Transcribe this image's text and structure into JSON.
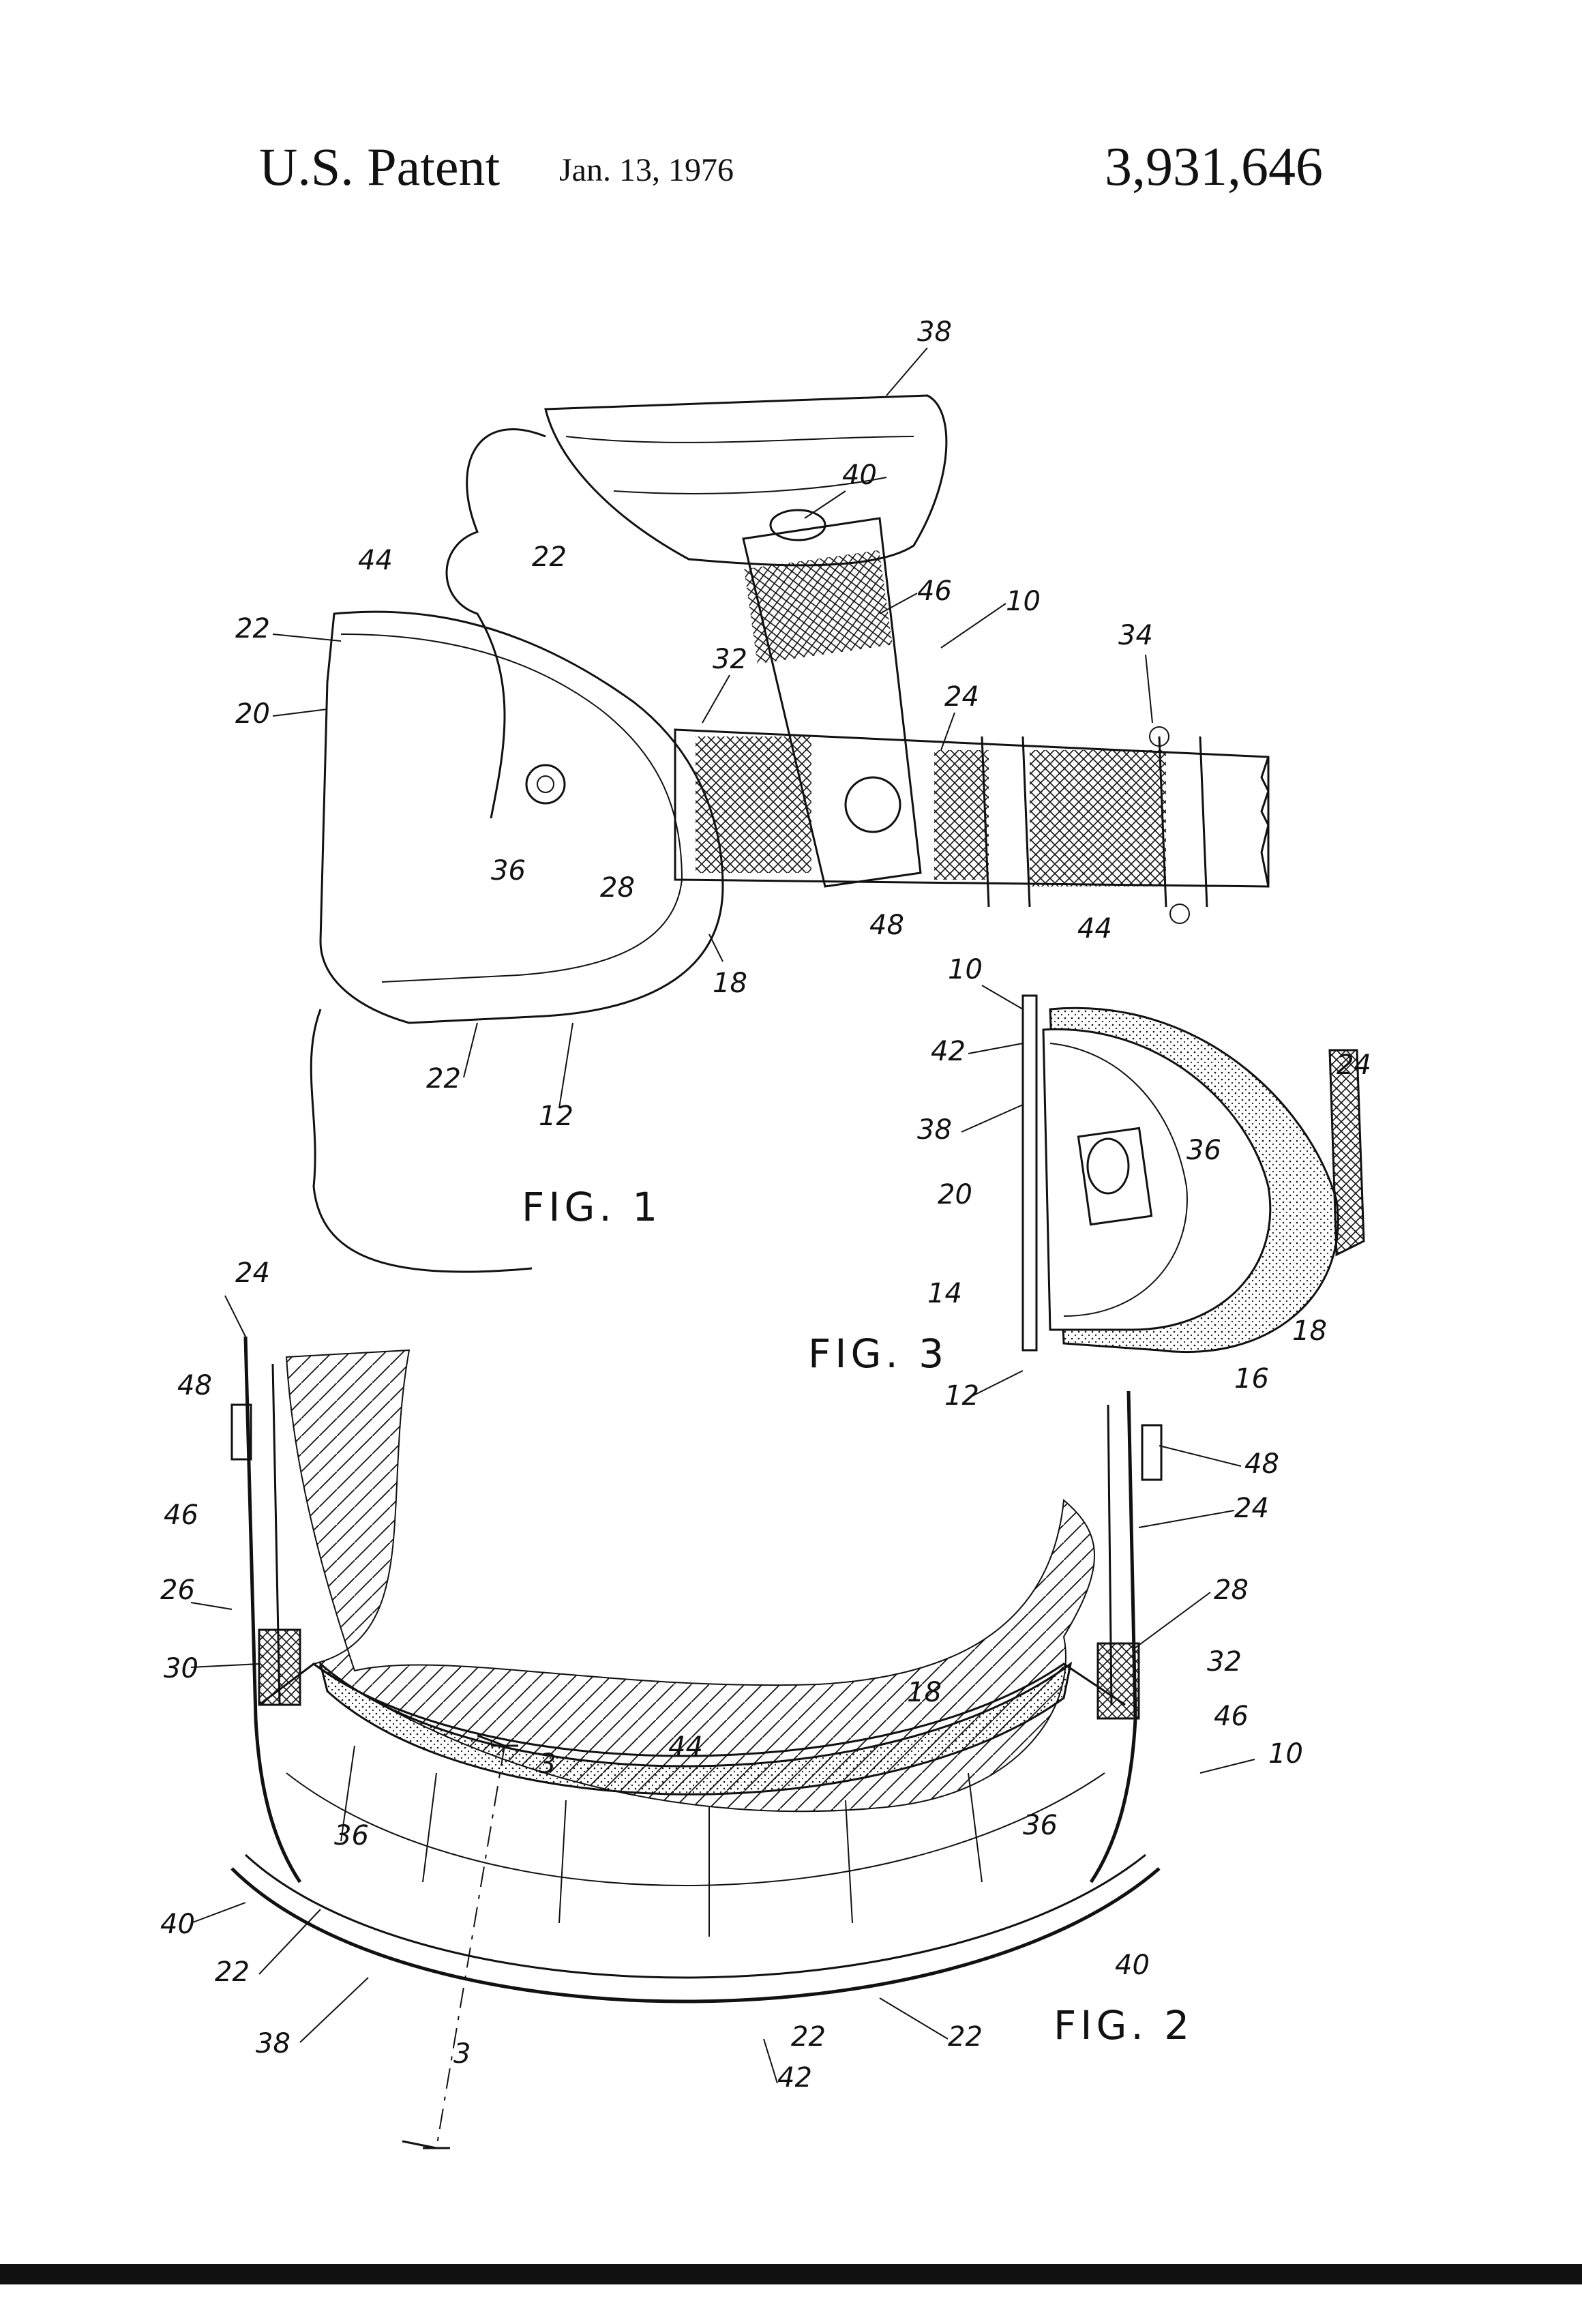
{
  "header": {
    "title": "U.S. Patent",
    "date": "Jan. 13, 1976",
    "patent_number": "3,931,646"
  },
  "figures": {
    "fig1": {
      "caption": "FIG. 1",
      "labels": [
        "38",
        "40",
        "46",
        "10",
        "34",
        "44",
        "22",
        "22",
        "32",
        "24",
        "20",
        "36",
        "28",
        "48",
        "18",
        "22",
        "12"
      ]
    },
    "fig3": {
      "caption": "FIG. 3",
      "labels": [
        "10",
        "44",
        "42",
        "24",
        "38",
        "36",
        "20",
        "14",
        "18",
        "12",
        "16"
      ]
    },
    "fig2": {
      "caption": "FIG. 2",
      "labels": [
        "24",
        "48",
        "46",
        "26",
        "30",
        "48",
        "24",
        "28",
        "32",
        "46",
        "10",
        "18",
        "3",
        "44",
        "36",
        "36",
        "40",
        "40",
        "22",
        "22",
        "38",
        "3",
        "42",
        "22"
      ]
    }
  }
}
